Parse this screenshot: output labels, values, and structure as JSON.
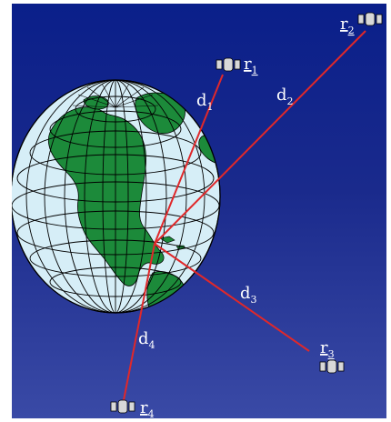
{
  "diagram": {
    "colors": {
      "background_top": "#0a1f8a",
      "background_bottom": "#3a4aa6",
      "ocean": "#d6eef7",
      "land": "#1c8a3a",
      "grid": "#000000",
      "lines": "#e0282a",
      "text": "#ffffff",
      "satellite": "#d8d8d8"
    },
    "receivers": [
      {
        "id": "r1",
        "symbol": "r",
        "subscript": "1",
        "icon": "satellite-icon"
      },
      {
        "id": "r2",
        "symbol": "r",
        "subscript": "2",
        "icon": "satellite-icon"
      },
      {
        "id": "r3",
        "symbol": "r",
        "subscript": "3",
        "icon": "satellite-icon"
      },
      {
        "id": "r4",
        "symbol": "r",
        "subscript": "4",
        "icon": "satellite-icon"
      }
    ],
    "distances": [
      {
        "id": "d1",
        "symbol": "d",
        "subscript": "1"
      },
      {
        "id": "d2",
        "symbol": "d",
        "subscript": "2"
      },
      {
        "id": "d3",
        "symbol": "d",
        "subscript": "3"
      },
      {
        "id": "d4",
        "symbol": "d",
        "subscript": "4"
      }
    ],
    "globe_icon": "globe-icon"
  }
}
